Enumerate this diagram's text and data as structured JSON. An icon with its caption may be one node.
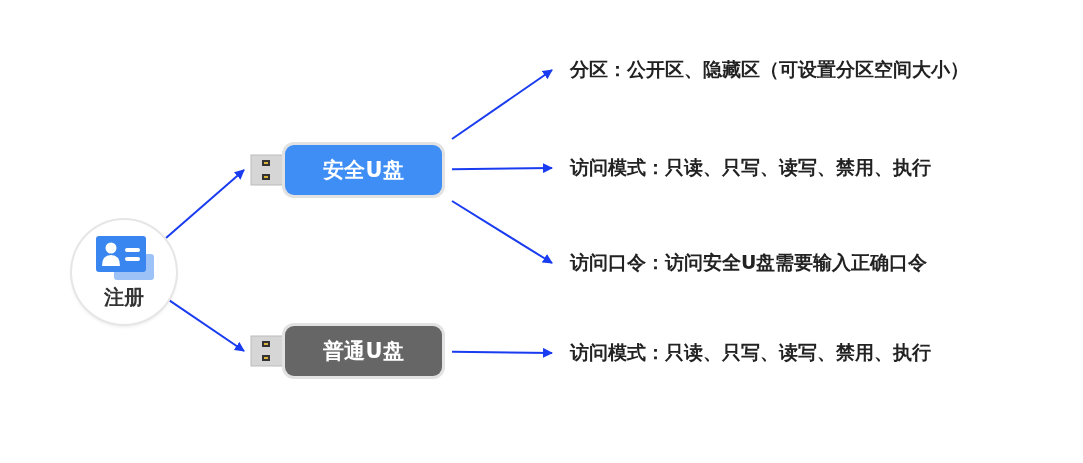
{
  "diagram": {
    "nodes": [
      {
        "text": [
          "注册"
        ]
      },
      {
        "text": [
          "安全U盘"
        ]
      },
      {
        "text": [
          "普通U盘"
        ]
      },
      {
        "text": [
          "分区：公开区、隐藏区（可设置分区空间大小）"
        ]
      },
      {
        "text": [
          "访问模式：只读、只写、读写、禁用、执行"
        ]
      },
      {
        "text": [
          "访问口令：访问安全U盘需要输入正确口令"
        ]
      },
      {
        "text": [
          "访问模式：只读、只写、读写、禁用、执行"
        ]
      }
    ],
    "edges": [
      {
        "from": 0,
        "to": 1,
        "arrow": "to"
      },
      {
        "from": 0,
        "to": 2,
        "arrow": "to"
      },
      {
        "from": 1,
        "to": 3,
        "arrow": "to"
      },
      {
        "from": 1,
        "to": 4,
        "arrow": "to"
      },
      {
        "from": 1,
        "to": 5,
        "arrow": "to"
      },
      {
        "from": 2,
        "to": 6,
        "arrow": "to"
      }
    ]
  }
}
